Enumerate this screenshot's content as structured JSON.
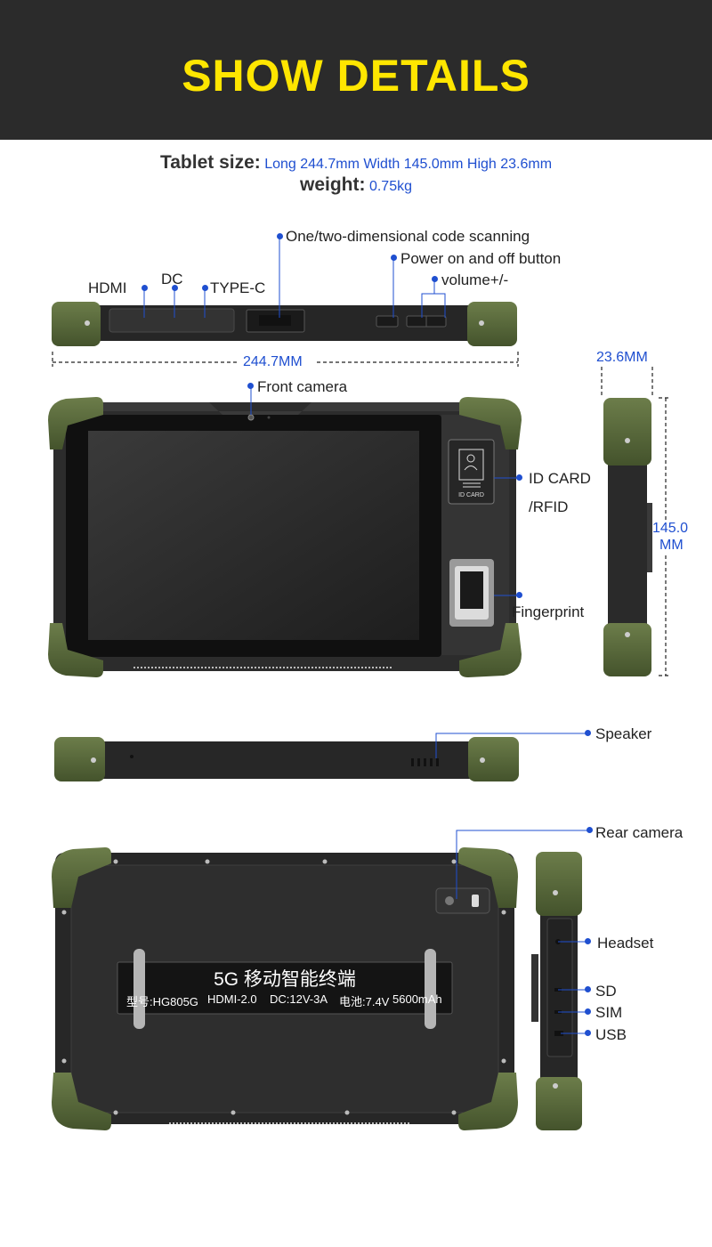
{
  "header": {
    "title": "SHOW DETAILS"
  },
  "specs": {
    "size_label": "Tablet size:",
    "size_value": "Long 244.7mm Width 145.0mm High 23.6mm",
    "weight_label": "weight:",
    "weight_value": "0.75kg"
  },
  "top_view": {
    "hdmi": "HDMI",
    "dc": "DC",
    "typec": "TYPE-C",
    "scanner": "One/two-dimensional code scanning",
    "power": "Power on and off button",
    "volume": "volume+/-",
    "length": "244.7MM"
  },
  "front_view": {
    "camera": "Front camera",
    "idcard": "ID CARD",
    "rfid": "/RFID",
    "fingerprint": "Fingerprint",
    "idcard_plate": "ID  CARD"
  },
  "side_view": {
    "thickness": "23.6MM",
    "height_line1": "145.0",
    "height_line2": "MM"
  },
  "bottom_view": {
    "speaker": "Speaker"
  },
  "back_view": {
    "rear_camera": "Rear camera",
    "brand": "5G 移动智能终端",
    "label_model": "型号:HG805G",
    "label_hdmi": "HDMI-2.0",
    "label_dc": "DC:12V-3A",
    "label_battery": "电池:7.4V",
    "label_capacity": "5600mAh"
  },
  "side_ports": {
    "headset": "Headset",
    "sd": "SD",
    "sim": "SIM",
    "usb": "USB"
  },
  "colors": {
    "header_bg": "#2b2b2b",
    "title": "#ffe600",
    "accent_blue": "#1f4fd0",
    "bumper_green": "#55663a",
    "body_black": "#2a2a2a"
  }
}
